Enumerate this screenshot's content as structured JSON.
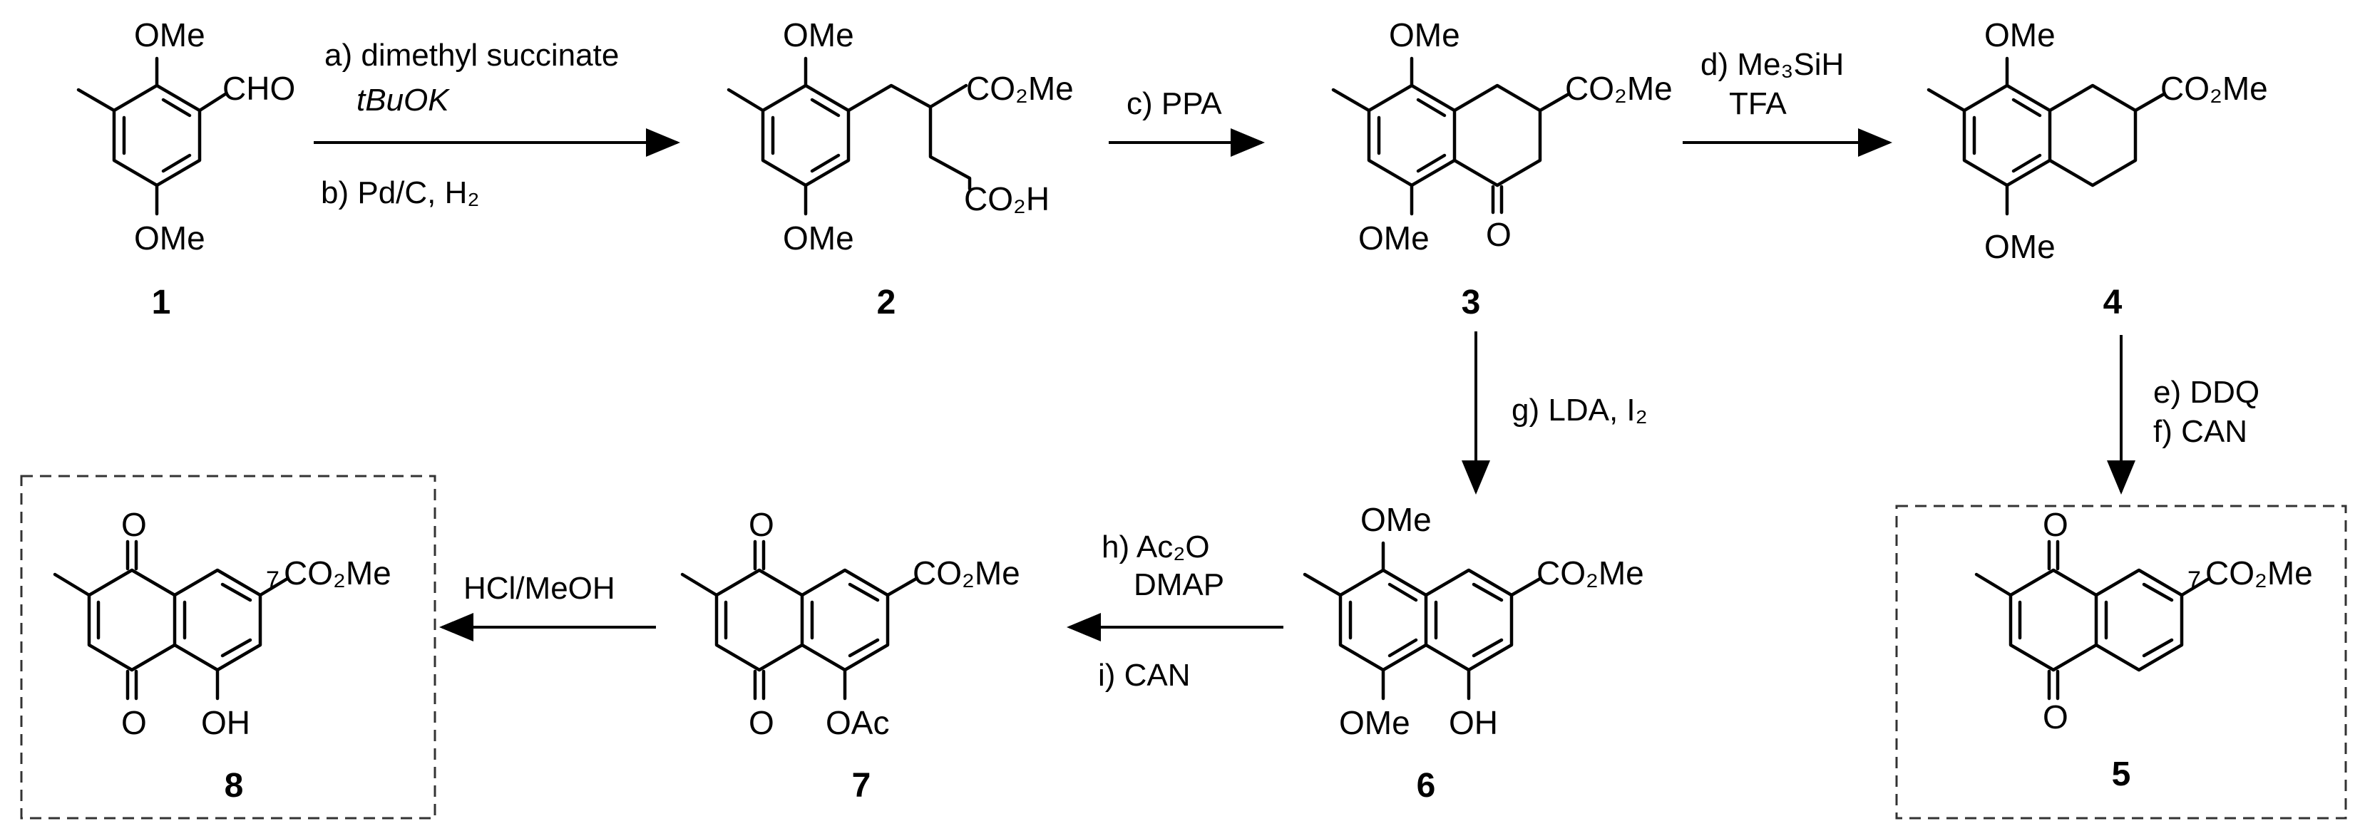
{
  "compounds": {
    "c1": {
      "number": "1",
      "labels": {
        "ome_top": "OMe",
        "cho": "CHO",
        "ome_bottom": "OMe"
      }
    },
    "c2": {
      "number": "2",
      "labels": {
        "ome_top": "OMe",
        "co2me": "CO₂Me",
        "co2h": "CO₂H",
        "ome_bottom": "OMe"
      }
    },
    "c3": {
      "number": "3",
      "labels": {
        "ome_top": "OMe",
        "co2me": "CO₂Me",
        "ketone_o": "O",
        "ome_bottom": "OMe"
      }
    },
    "c4": {
      "number": "4",
      "labels": {
        "ome_top": "OMe",
        "co2me": "CO₂Me",
        "ome_bottom": "OMe"
      }
    },
    "c5": {
      "number": "5",
      "labels": {
        "o_top": "O",
        "pos7": "7",
        "co2me": "CO₂Me",
        "o_bottom": "O"
      }
    },
    "c6": {
      "number": "6",
      "labels": {
        "ome_top": "OMe",
        "co2me": "CO₂Me",
        "ome_bottom": "OMe",
        "oh": "OH"
      }
    },
    "c7": {
      "number": "7",
      "labels": {
        "o_top": "O",
        "co2me": "CO₂Me",
        "o_bottom": "O",
        "oac": "OAc"
      }
    },
    "c8": {
      "number": "8",
      "labels": {
        "o_top": "O",
        "pos7": "7",
        "co2me": "CO₂Me",
        "o_bottom": "O",
        "oh": "OH"
      }
    }
  },
  "steps": {
    "a_line1": "a) dimethyl succinate",
    "a_line2": "tBuOK",
    "b": "b) Pd/C, H₂",
    "c": "c) PPA",
    "d_line1": "d) Me₃SiH",
    "d_line2": "TFA",
    "e": "e) DDQ",
    "f": "f) CAN",
    "g": "g) LDA, I₂",
    "h_line1": "h) Ac₂O",
    "h_line2": "DMAP",
    "i": "i) CAN",
    "j": "HCl/MeOH"
  }
}
